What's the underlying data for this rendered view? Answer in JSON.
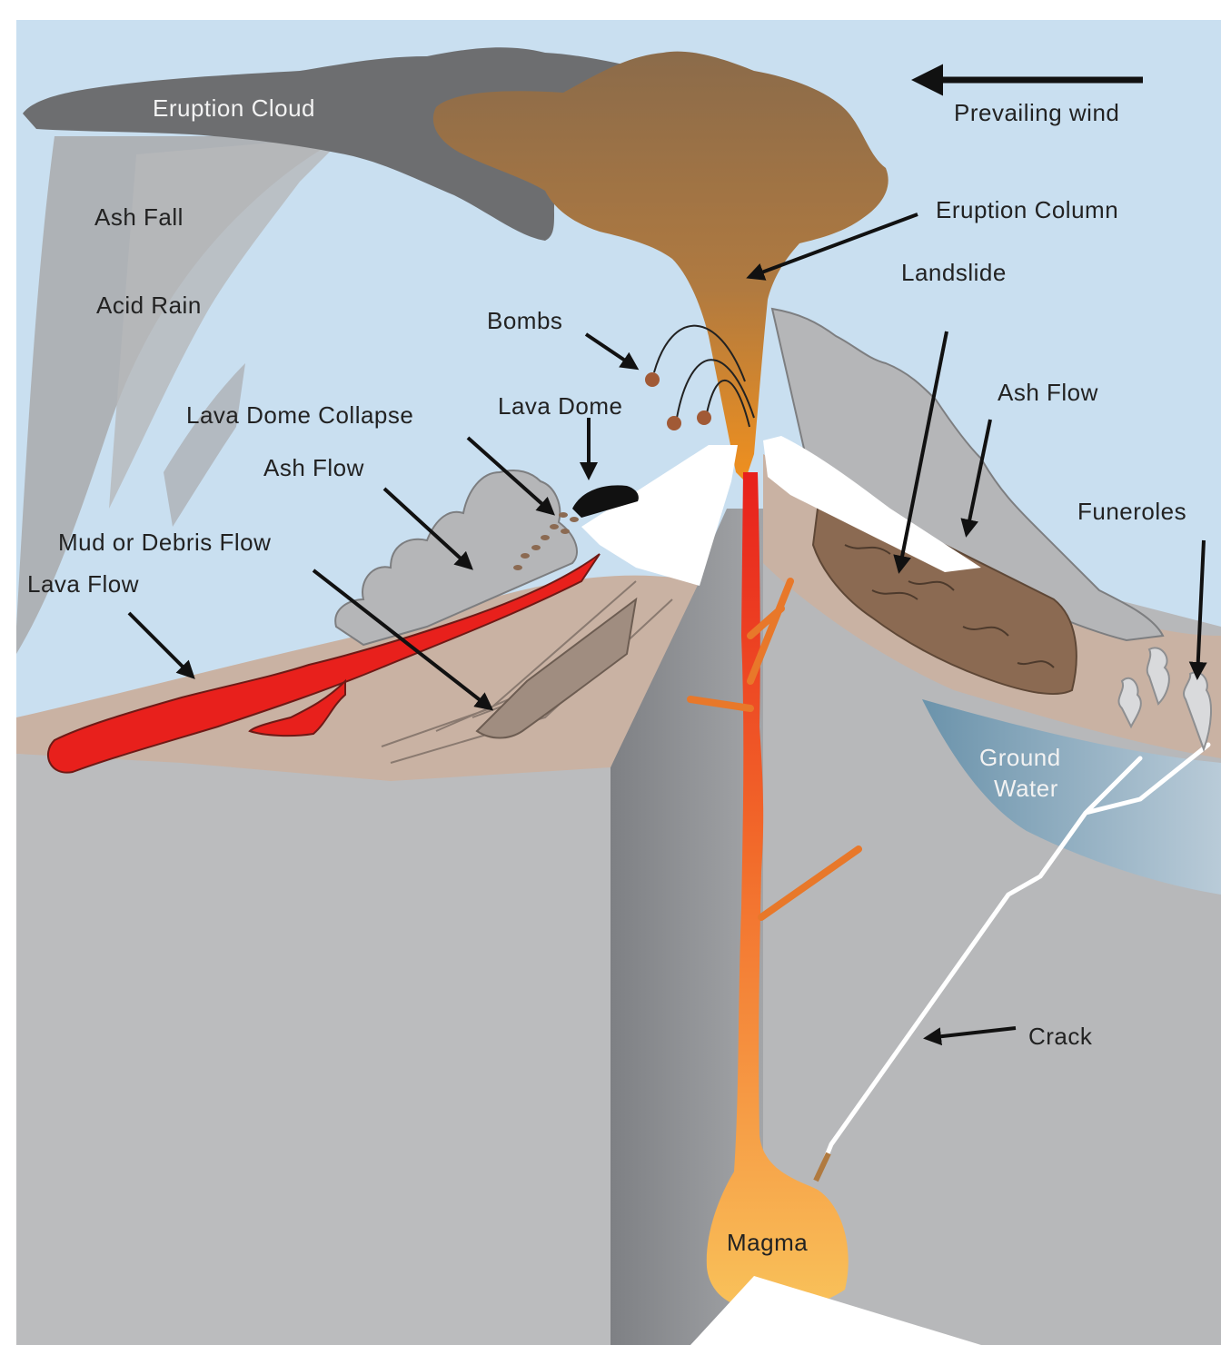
{
  "labels": {
    "eruption_cloud": "Eruption Cloud",
    "prevailing_wind": "Prevailing wind",
    "ash_fall": "Ash Fall",
    "acid_rain": "Acid Rain",
    "eruption_column": "Eruption Column",
    "landslide": "Landslide",
    "bombs": "Bombs",
    "lava_dome": "Lava Dome",
    "lava_dome_collapse": "Lava Dome Collapse",
    "ash_flow_left": "Ash Flow",
    "ash_flow_right": "Ash Flow",
    "funeroles": "Funeroles",
    "mud_or_debris_flow": "Mud or Debris Flow",
    "lava_flow": "Lava Flow",
    "ground_water_line1": "Ground",
    "ground_water_line2": "Water",
    "crack": "Crack",
    "magma": "Magma"
  },
  "colors": {
    "sky": "#c9dff0",
    "ground": "#bbbcbe",
    "eruption_cloud": "#6d6e70",
    "eruption_column": "#8b6b4a",
    "lava": "#e8201c",
    "magma": "#f7a94a",
    "ash_flow": "#b5b6b8",
    "surface_soil": "#c9b2a3",
    "landslide": "#8b6a52",
    "ground_water": "#6e97ae",
    "crack": "#ffffff"
  },
  "icons": {
    "wind_arrow": "arrow-left-icon",
    "pointer_arrows": "arrow-icon"
  }
}
